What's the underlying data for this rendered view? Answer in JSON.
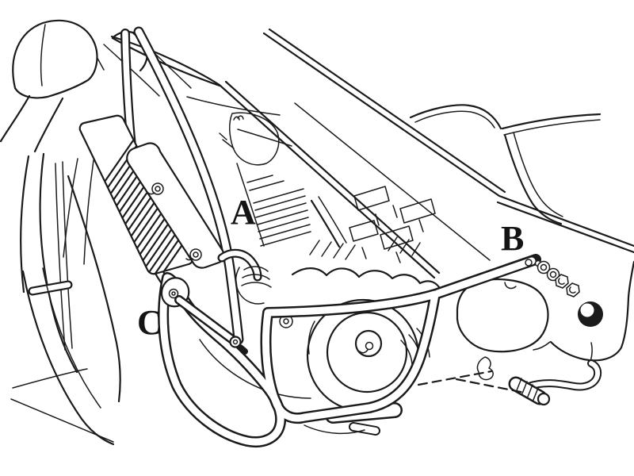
{
  "figure": {
    "type": "technical-line-drawing",
    "subject": "Motorcycle engine guard (crash bar) mounting illustration, black ink on white",
    "background_color": "#ffffff",
    "ink_color": "#1b1b1b",
    "callouts": [
      {
        "id": "a",
        "text": "A"
      },
      {
        "id": "b",
        "text": "B"
      },
      {
        "id": "c",
        "text": "C"
      }
    ],
    "parts": [
      "rear-view-mirror",
      "front-fork",
      "front-fender",
      "steering-head",
      "frame-tubes",
      "oil-cooler",
      "oil-cooler-bracket",
      "cylinder-fins",
      "engine-crankcase",
      "engine-side-cover",
      "engine-guard-crash-bar",
      "guard-front-loop",
      "guard-brace",
      "mounting-hardware",
      "right-frame-plate",
      "side-stand-lever",
      "footrest-bar"
    ]
  }
}
